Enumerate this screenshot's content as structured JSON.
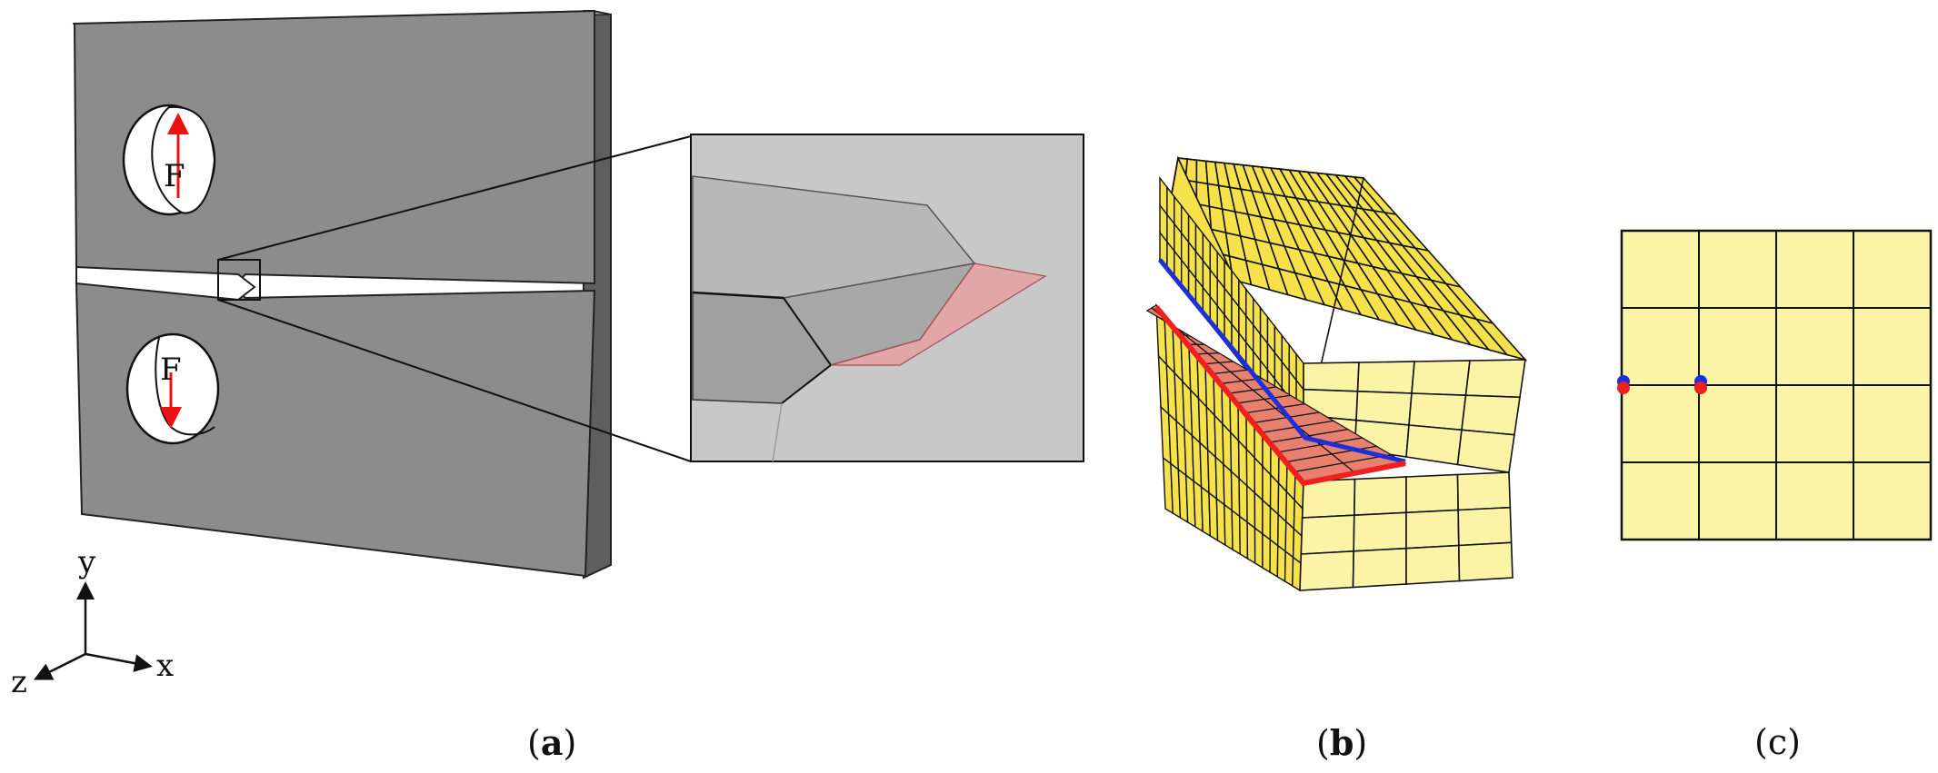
{
  "figure": {
    "panel_a": {
      "force_label_top": "F",
      "force_label_bottom": "F",
      "axis_y": "y",
      "axis_x": "x",
      "axis_z": "z",
      "caption_letter": "a"
    },
    "panel_b": {
      "caption_letter": "b"
    },
    "panel_c": {
      "caption_letter": "c",
      "grid_rows": 4,
      "grid_cols": 4
    }
  },
  "colors": {
    "specimen_face": "#8c8c8c",
    "specimen_edge": "#5e5e5e",
    "zoom_bg": "#c8c8c8",
    "crack_plane": "#e8a0a0",
    "mesh_yellow": "#f5e24a",
    "mesh_pale": "#fbf4a6",
    "crack_face": "#e88070",
    "upper_edge": "#1d2fd8",
    "lower_edge": "#ee2020",
    "force_arrow": "#ee1111"
  }
}
